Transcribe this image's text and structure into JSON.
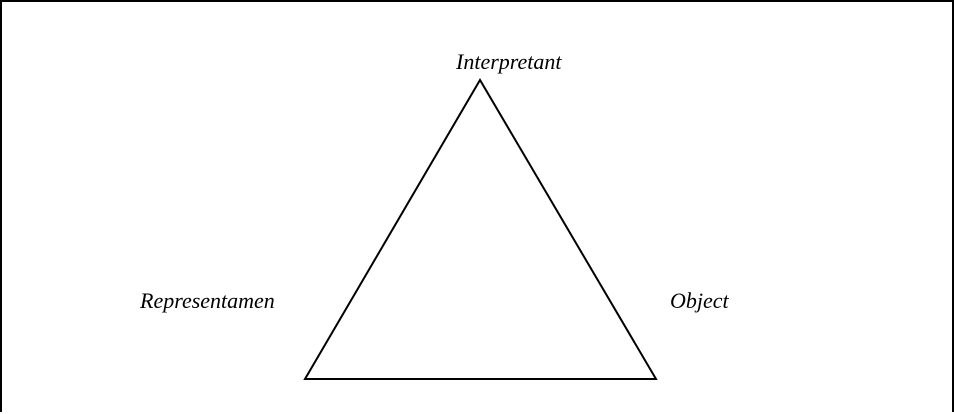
{
  "diagram": {
    "nodes": {
      "top": "Interpretant",
      "left": "Representamen",
      "right": "Object"
    },
    "colors": {
      "line": "#000000",
      "background": "#ffffff"
    }
  }
}
